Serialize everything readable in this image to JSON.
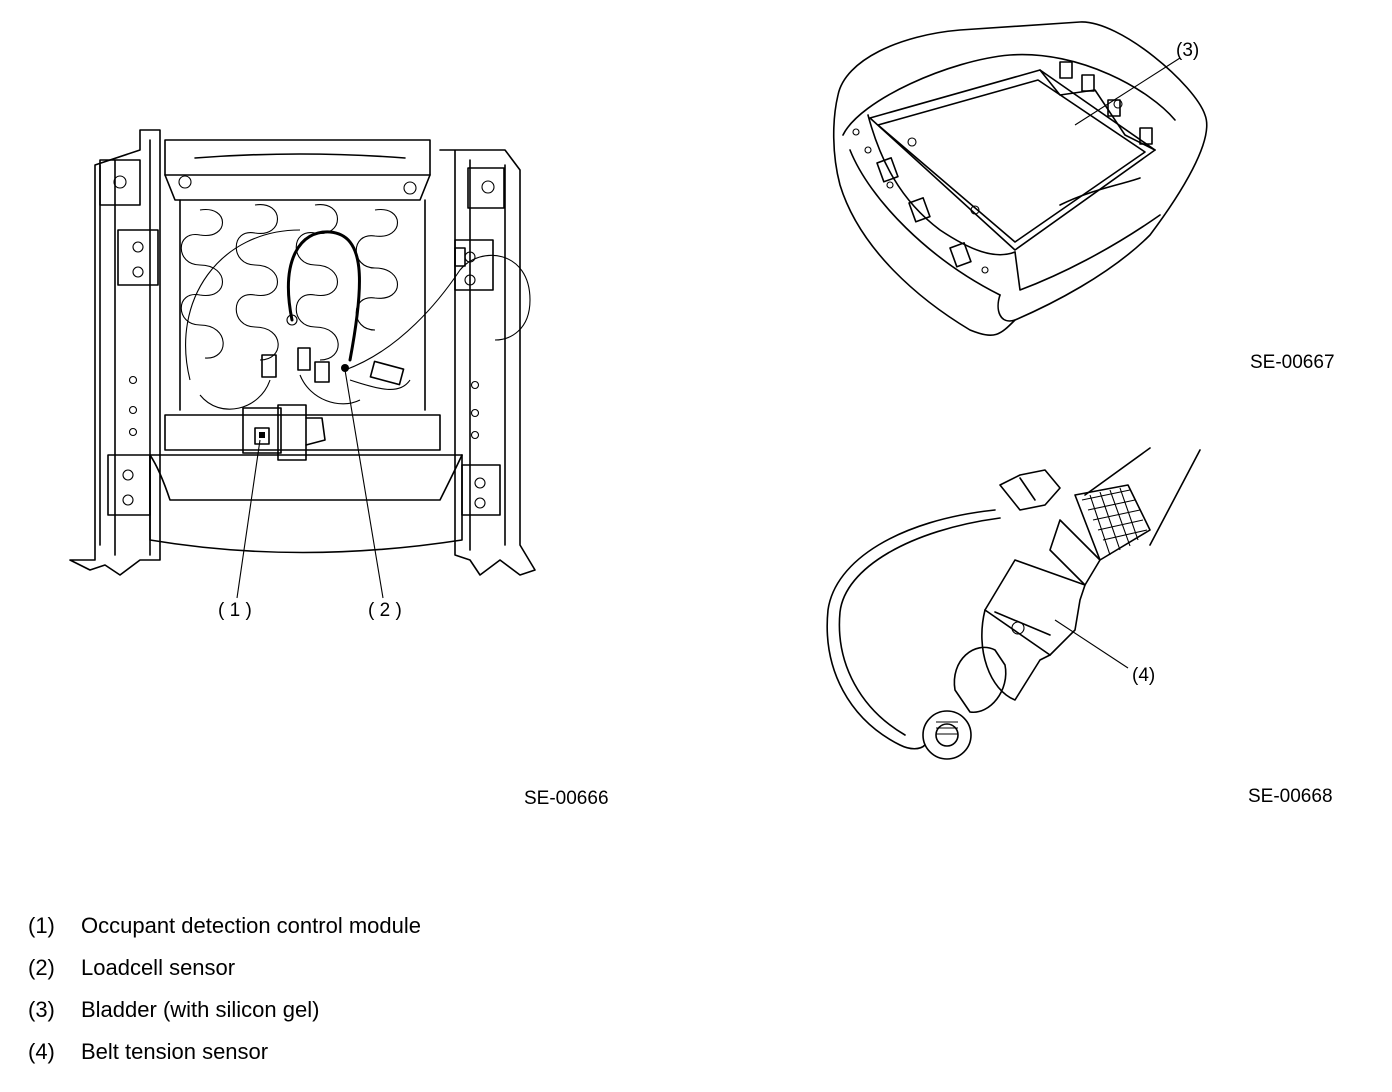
{
  "figures": [
    {
      "code": "SE-00666",
      "callouts": [
        "( 1 )",
        "( 2 )"
      ]
    },
    {
      "code": "SE-00667",
      "callouts": [
        "(3)"
      ]
    },
    {
      "code": "SE-00668",
      "callouts": [
        "(4)"
      ]
    }
  ],
  "legend": [
    {
      "num": "(1)",
      "label": "Occupant detection control module"
    },
    {
      "num": "(2)",
      "label": "Loadcell sensor"
    },
    {
      "num": "(3)",
      "label": "Bladder (with silicon gel)"
    },
    {
      "num": "(4)",
      "label": "Belt tension sensor"
    }
  ]
}
